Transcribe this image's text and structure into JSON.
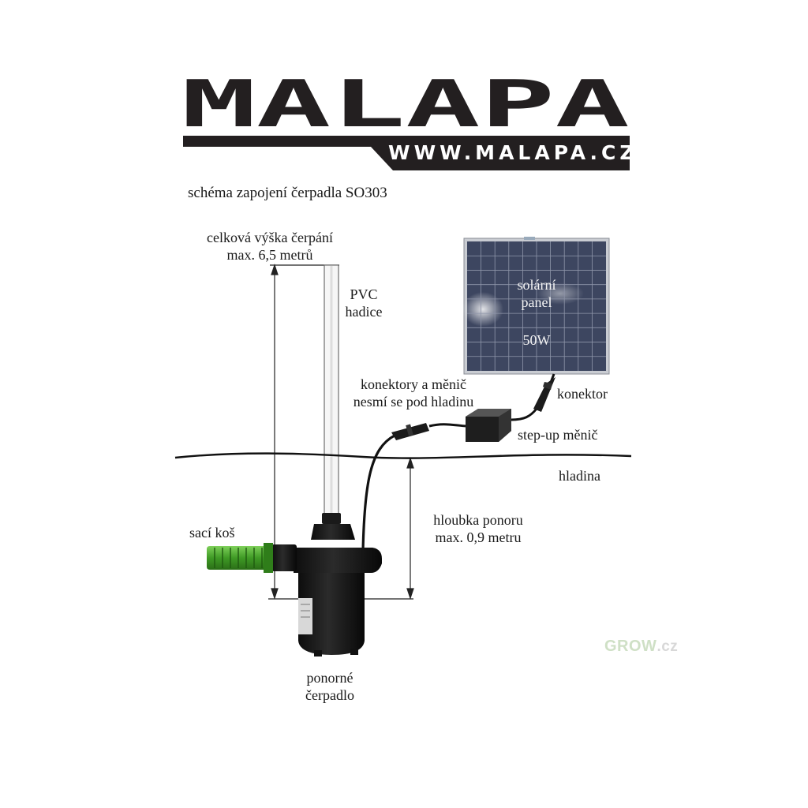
{
  "logo": {
    "brand": "MALAPA",
    "url": "WWW.MALAPA.CZ",
    "color": "#231f20"
  },
  "diagram": {
    "title": "schéma zapojení čerpadla SO303",
    "labels": {
      "height_line1": "celková výška čerpání",
      "height_line2": "max. 6,5 metrů",
      "hose_line1": "PVC",
      "hose_line2": "hadice",
      "panel_line1": "solární",
      "panel_line2": "panel",
      "panel_power": "50W",
      "warning_line1": "konektory a měnič",
      "warning_line2": "nesmí se pod hladinu",
      "connector": "konektor",
      "converter": "step-up měnič",
      "surface": "hladina",
      "depth_line1": "hloubka ponoru",
      "depth_line2": "max. 0,9 metru",
      "strainer": "sací koš",
      "pump_line1": "ponorné",
      "pump_line2": "čerpadlo"
    },
    "colors": {
      "panel_cell": "#3d4660",
      "panel_frame": "#c9ccd2",
      "strainer": "#43a02a",
      "pump_body": "#151515"
    }
  },
  "watermark": {
    "grow": "GROW",
    "domain": ".cz"
  }
}
